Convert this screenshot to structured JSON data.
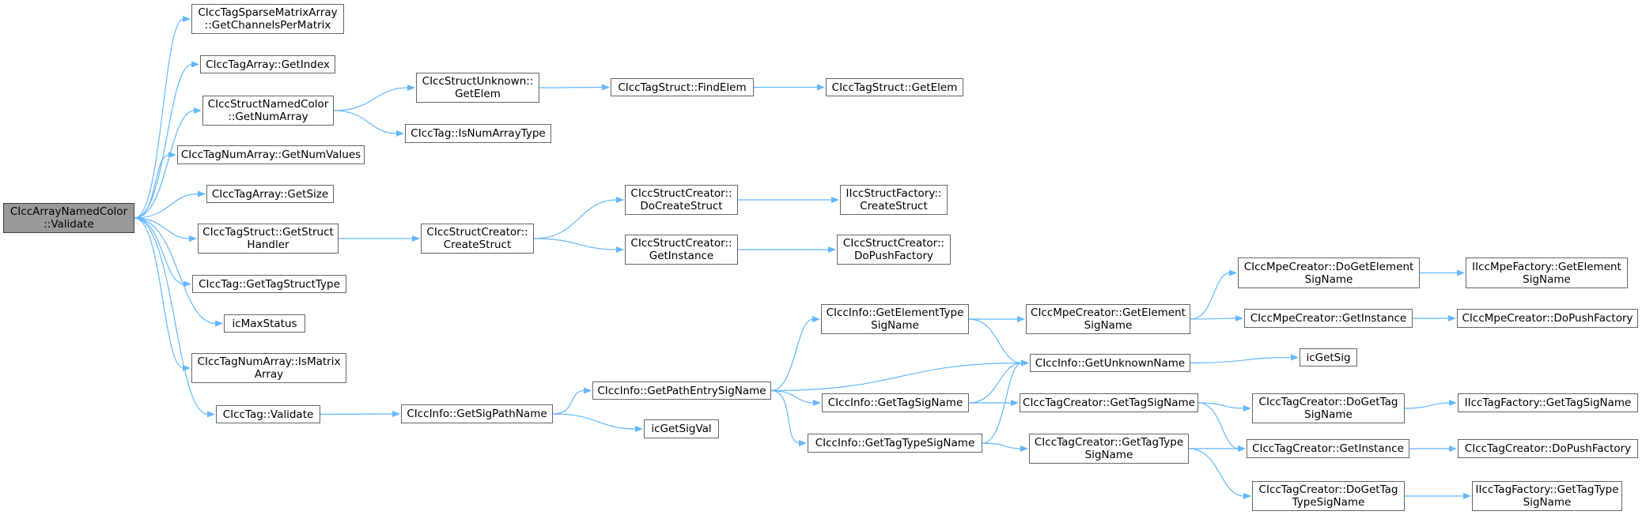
{
  "colors": {
    "edge": "#63b8ff",
    "node_border": "#666666",
    "root_fill": "#999999",
    "node_fill": "#ffffff"
  },
  "nodes": {
    "root": {
      "lines": [
        "CIccArrayNamedColor",
        "::Validate"
      ]
    },
    "sparse": {
      "lines": [
        "CIccTagSparseMatrixArray",
        "::GetChannelsPerMatrix"
      ]
    },
    "getindex": {
      "lines": [
        "CIccTagArray::GetIndex"
      ]
    },
    "namedcolor": {
      "lines": [
        "CIccStructNamedColor",
        "::GetNumArray"
      ]
    },
    "numvalues": {
      "lines": [
        "CIccTagNumArray::GetNumValues"
      ]
    },
    "getsize": {
      "lines": [
        "CIccTagArray::GetSize"
      ]
    },
    "structhandler": {
      "lines": [
        "CIccTagStruct::GetStruct",
        "Handler"
      ]
    },
    "tagstructtype": {
      "lines": [
        "CIccTag::GetTagStructType"
      ]
    },
    "maxstatus": {
      "lines": [
        "icMaxStatus"
      ]
    },
    "ismatrix": {
      "lines": [
        "CIccTagNumArray::IsMatrix",
        "Array"
      ]
    },
    "tagvalidate": {
      "lines": [
        "CIccTag::Validate"
      ]
    },
    "unknownelem": {
      "lines": [
        "CIccStructUnknown::",
        "GetElem"
      ]
    },
    "isnumarray": {
      "lines": [
        "CIccTag::IsNumArrayType"
      ]
    },
    "findelem": {
      "lines": [
        "CIccTagStruct::FindElem"
      ]
    },
    "getelem": {
      "lines": [
        "CIccTagStruct::GetElem"
      ]
    },
    "createstruct": {
      "lines": [
        "CIccStructCreator::",
        "CreateStruct"
      ]
    },
    "docreatestruct": {
      "lines": [
        "CIccStructCreator::",
        "DoCreateStruct"
      ]
    },
    "sc_getinstance": {
      "lines": [
        "CIccStructCreator::",
        "GetInstance"
      ]
    },
    "sf_createstruct": {
      "lines": [
        "IIccStructFactory::",
        "CreateStruct"
      ]
    },
    "sc_dopush": {
      "lines": [
        "CIccStructCreator::",
        "DoPushFactory"
      ]
    },
    "sigpathname": {
      "lines": [
        "CIccInfo::GetSigPathName"
      ]
    },
    "getsigval": {
      "lines": [
        "icGetSigVal"
      ]
    },
    "pathentry": {
      "lines": [
        "CIccInfo::GetPathEntrySigName"
      ]
    },
    "elemtypesig": {
      "lines": [
        "CIccInfo::GetElementType",
        "SigName"
      ]
    },
    "tagsigname": {
      "lines": [
        "CIccInfo::GetTagSigName"
      ]
    },
    "tagtypesig": {
      "lines": [
        "CIccInfo::GetTagTypeSigName"
      ]
    },
    "unknownname": {
      "lines": [
        "CIccInfo::GetUnknownName"
      ]
    },
    "mpe_getelem": {
      "lines": [
        "CIccMpeCreator::GetElement",
        "SigName"
      ]
    },
    "tc_gettagsig": {
      "lines": [
        "CIccTagCreator::GetTagSigName"
      ]
    },
    "tc_gettagtype": {
      "lines": [
        "CIccTagCreator::GetTagType",
        "SigName"
      ]
    },
    "mpe_dogetelem": {
      "lines": [
        "CIccMpeCreator::DoGetElement",
        "SigName"
      ]
    },
    "mpe_getinstance": {
      "lines": [
        "CIccMpeCreator::GetInstance"
      ]
    },
    "getsig": {
      "lines": [
        "icGetSig"
      ]
    },
    "tc_dogettag": {
      "lines": [
        "CIccTagCreator::DoGetTag",
        "SigName"
      ]
    },
    "tc_getinstance": {
      "lines": [
        "CIccTagCreator::GetInstance"
      ]
    },
    "tc_dogettagtype": {
      "lines": [
        "CIccTagCreator::DoGetTag",
        "TypeSigName"
      ]
    },
    "mf_getelem": {
      "lines": [
        "IIccMpeFactory::GetElement",
        "SigName"
      ]
    },
    "mpe_dopush": {
      "lines": [
        "CIccMpeCreator::DoPushFactory"
      ]
    },
    "tf_gettagsig": {
      "lines": [
        "IIccTagFactory::GetTagSigName"
      ]
    },
    "tc_dopush": {
      "lines": [
        "CIccTagCreator::DoPushFactory"
      ]
    },
    "tf_gettagtype": {
      "lines": [
        "IIccTagFactory::GetTagType",
        "SigName"
      ]
    }
  },
  "edges": [
    [
      "root",
      "sparse"
    ],
    [
      "root",
      "getindex"
    ],
    [
      "root",
      "namedcolor"
    ],
    [
      "root",
      "numvalues"
    ],
    [
      "root",
      "getsize"
    ],
    [
      "root",
      "structhandler"
    ],
    [
      "root",
      "tagstructtype"
    ],
    [
      "root",
      "maxstatus"
    ],
    [
      "root",
      "ismatrix"
    ],
    [
      "root",
      "tagvalidate"
    ],
    [
      "namedcolor",
      "unknownelem"
    ],
    [
      "namedcolor",
      "isnumarray"
    ],
    [
      "unknownelem",
      "findelem"
    ],
    [
      "findelem",
      "getelem"
    ],
    [
      "structhandler",
      "createstruct"
    ],
    [
      "createstruct",
      "docreatestruct"
    ],
    [
      "createstruct",
      "sc_getinstance"
    ],
    [
      "docreatestruct",
      "sf_createstruct"
    ],
    [
      "sc_getinstance",
      "sc_dopush"
    ],
    [
      "tagvalidate",
      "sigpathname"
    ],
    [
      "sigpathname",
      "pathentry"
    ],
    [
      "sigpathname",
      "getsigval"
    ],
    [
      "pathentry",
      "elemtypesig"
    ],
    [
      "pathentry",
      "unknownname"
    ],
    [
      "pathentry",
      "tagsigname"
    ],
    [
      "pathentry",
      "tagtypesig"
    ],
    [
      "elemtypesig",
      "mpe_getelem"
    ],
    [
      "elemtypesig",
      "unknownname"
    ],
    [
      "tagsigname",
      "unknownname"
    ],
    [
      "tagsigname",
      "tc_gettagsig"
    ],
    [
      "tagtypesig",
      "unknownname"
    ],
    [
      "tagtypesig",
      "tc_gettagtype"
    ],
    [
      "mpe_getelem",
      "mpe_dogetelem"
    ],
    [
      "mpe_getelem",
      "mpe_getinstance"
    ],
    [
      "unknownname",
      "getsig"
    ],
    [
      "tc_gettagsig",
      "tc_dogettag"
    ],
    [
      "tc_gettagsig",
      "tc_getinstance"
    ],
    [
      "tc_gettagtype",
      "tc_getinstance"
    ],
    [
      "tc_gettagtype",
      "tc_dogettagtype"
    ],
    [
      "mpe_dogetelem",
      "mf_getelem"
    ],
    [
      "mpe_getinstance",
      "mpe_dopush"
    ],
    [
      "tc_dogettag",
      "tf_gettagsig"
    ],
    [
      "tc_getinstance",
      "tc_dopush"
    ],
    [
      "tc_dogettagtype",
      "tf_gettagtype"
    ]
  ]
}
